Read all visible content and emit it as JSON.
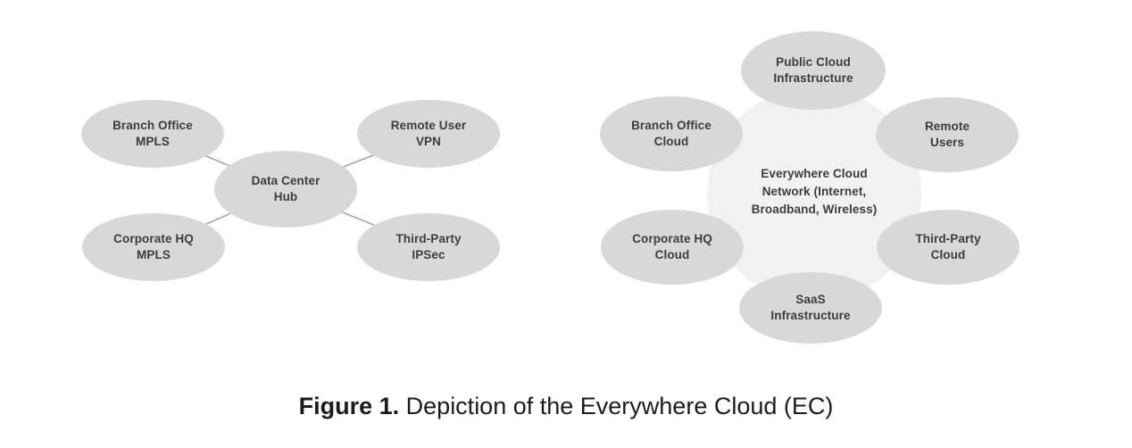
{
  "figure": {
    "caption_label": "Figure 1.",
    "caption_text": " Depiction of the Everywhere Cloud (EC)"
  },
  "colors": {
    "node_fill": "#d8d8d8",
    "cloud_background_fill": "#f1f1f1",
    "connector_line": "#a0a0a0",
    "node_text": "#3c3c3c",
    "caption_text": "#1c1c1c",
    "page_background": "#ffffff"
  },
  "hub_diagram": {
    "center": {
      "line1": "Data Center",
      "line2": "Hub"
    },
    "nodes": {
      "branch_office": {
        "line1": "Branch Office",
        "line2": "MPLS"
      },
      "remote_user": {
        "line1": "Remote User",
        "line2": "VPN"
      },
      "corporate_hq": {
        "line1": "Corporate HQ",
        "line2": "MPLS"
      },
      "third_party": {
        "line1": "Third-Party",
        "line2": "IPSec"
      }
    }
  },
  "cloud_diagram": {
    "center": {
      "line1": "Everywhere Cloud",
      "line2": "Network (Internet,",
      "line3": "Broadband, Wireless)"
    },
    "nodes": {
      "public_cloud": {
        "line1": "Public Cloud",
        "line2": "Infrastructure"
      },
      "branch_office": {
        "line1": "Branch Office",
        "line2": "Cloud"
      },
      "remote_users": {
        "line1": "Remote",
        "line2": "Users"
      },
      "corporate_hq": {
        "line1": "Corporate HQ",
        "line2": "Cloud"
      },
      "third_party": {
        "line1": "Third-Party",
        "line2": "Cloud"
      },
      "saas": {
        "line1": "SaaS",
        "line2": "Infrastructure"
      }
    }
  }
}
